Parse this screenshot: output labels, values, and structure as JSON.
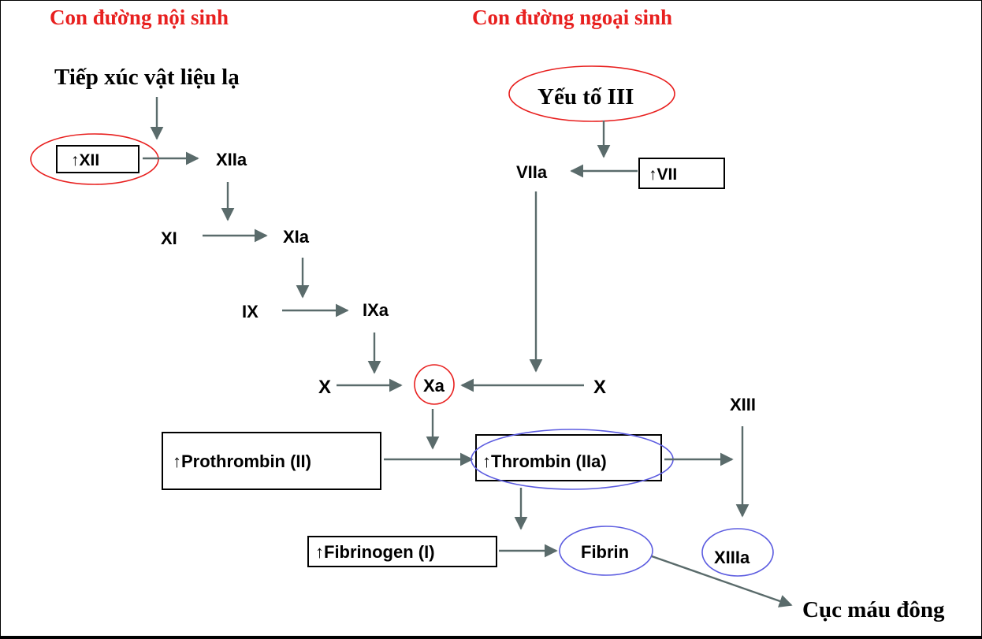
{
  "headings": {
    "intrinsic": "Con đường nội sinh",
    "extrinsic": "Con đường ngoại sinh"
  },
  "nodes": {
    "contact": "Tiếp xúc vật liệu lạ",
    "factor_iii": "Yếu tố III",
    "xii": "↑XII",
    "xiia": "XIIa",
    "xi": "XI",
    "xia": "XIa",
    "ix": "IX",
    "ixa": "IXa",
    "x_left": "X",
    "xa": "Xa",
    "x_right": "X",
    "vii": "↑VII",
    "viia": "VIIa",
    "prothrombin": "↑Prothrombin (II)",
    "thrombin": "↑Thrombin (IIa)",
    "xiii": "XIII",
    "xiiia": "XIIIa",
    "fibrinogen": "↑Fibrinogen (I)",
    "fibrin": "Fibrin",
    "clot": "Cục máu đông"
  },
  "colors": {
    "heading": "#e8201f",
    "arrow": "#5a6b6b",
    "highlight_red": "#e8201f",
    "highlight_blue": "#5c5ce0"
  }
}
